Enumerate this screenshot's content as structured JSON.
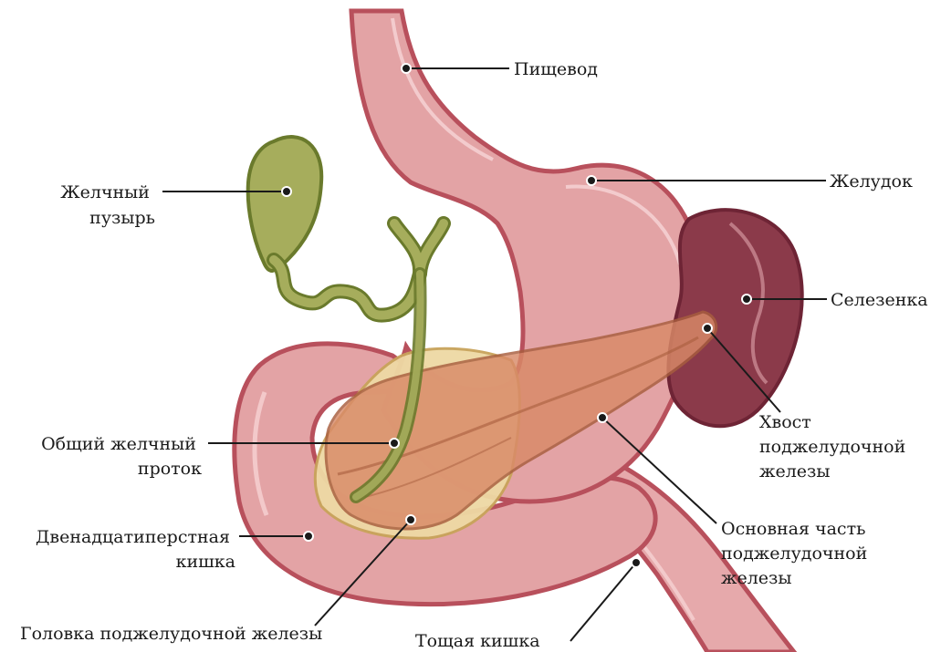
{
  "labels": {
    "esophagus": [
      "Пищевод"
    ],
    "stomach": [
      "Желудок"
    ],
    "gallbladder": [
      "Желчный",
      "пузырь"
    ],
    "spleen": [
      "Селезенка"
    ],
    "pancreas_tail": [
      "Хвост",
      "поджелудочной",
      "железы"
    ],
    "common_bile_duct": [
      "Общий желчный",
      "проток"
    ],
    "pancreas_body": [
      "Основная часть",
      "поджелудочной",
      "железы"
    ],
    "duodenum": [
      "Двенадцатиперстная",
      "кишка"
    ],
    "pancreas_head": [
      "Головка поджелудочной железы"
    ],
    "jejunum": [
      "Тощая кишка"
    ]
  },
  "colors": {
    "gut_fill": "#e3a3a5",
    "gut_outline": "#b8505c",
    "gallbladder_fill": "#a6ad5c",
    "gallbladder_outline": "#6a7a2c",
    "spleen_fill": "#8b3a4a",
    "pancreas_fill": "#d98a68",
    "pancreas_head_fill": "#eed9a4",
    "leader": "#1a1a1a"
  }
}
